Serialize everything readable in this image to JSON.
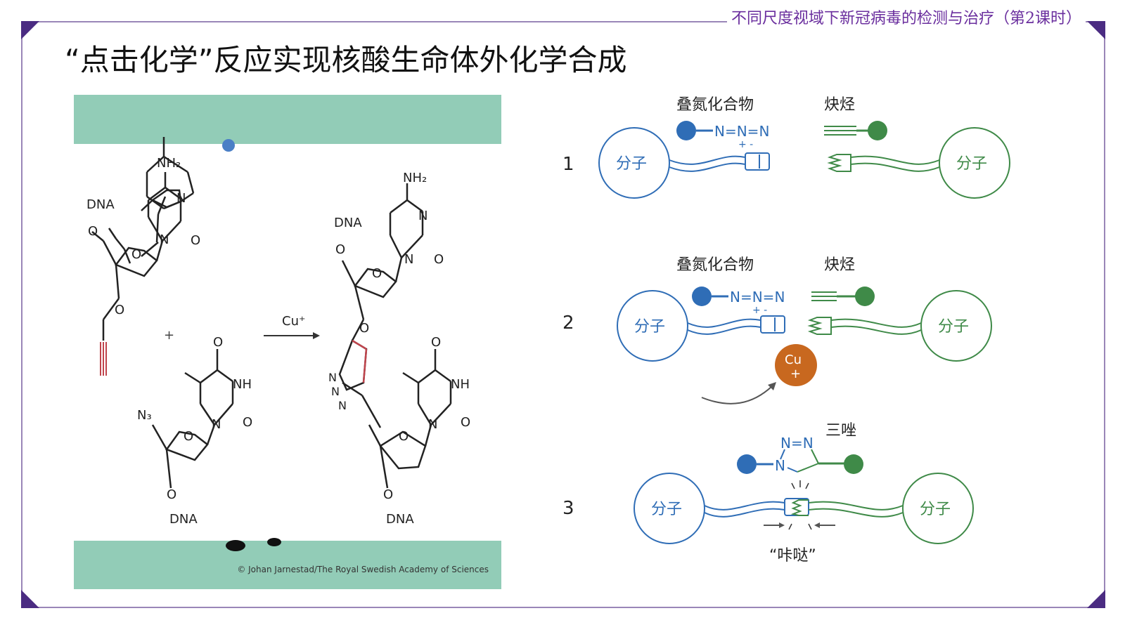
{
  "header": {
    "course_title": "不同尺度视域下新冠病毒的检测与治疗（第2课时）",
    "slide_title": "“点击化学”反应实现核酸生命体外化学合成"
  },
  "left_figure": {
    "credit": "© Johan Jarnestad/The Royal Swedish Academy of Sciences",
    "reagent_label": "Cu⁺",
    "plus_sign": "+",
    "labels": {
      "nh2": "NH₂",
      "dna": "DNA",
      "o": "O",
      "n": "N",
      "nh": "NH",
      "n3": "N₃",
      "triazole_n": "N"
    }
  },
  "right_figure": {
    "colors": {
      "azide": "#2f6db6",
      "alkyne": "#3f8a48",
      "copper": "#c8681f"
    },
    "steps": [
      {
        "number": "1",
        "azide_label": "叠氮化合物",
        "alkyne_label": "炔烃",
        "azide_formula": "N=N=N",
        "charges": "+ -",
        "molecule_left": "分子",
        "molecule_right": "分子"
      },
      {
        "number": "2",
        "azide_label": "叠氮化合物",
        "alkyne_label": "炔烃",
        "azide_formula": "N=N=N",
        "charges": "+ -",
        "catalyst_top": "Cu",
        "catalyst_bottom": "+",
        "molecule_left": "分子",
        "molecule_right": "分子"
      },
      {
        "number": "3",
        "product_label": "三唑",
        "triazole_top": "N=N",
        "triazole_n": "N",
        "molecule_left": "分子",
        "molecule_right": "分子",
        "click_text": "“咔哒”"
      }
    ]
  }
}
